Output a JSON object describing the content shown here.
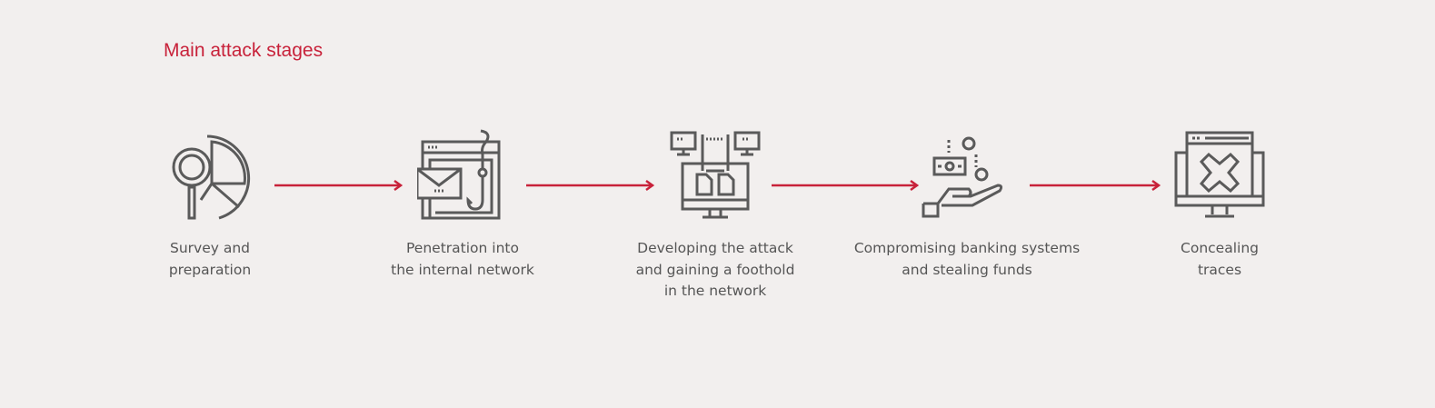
{
  "title": "Main attack stages",
  "colors": {
    "accent": "#c8223a",
    "icon": "#5a5a5a",
    "text": "#555555",
    "background": "#f2efee"
  },
  "stages": [
    {
      "icon": "magnifier-pie-chart-icon",
      "label_lines": [
        "Survey and",
        "preparation"
      ]
    },
    {
      "icon": "phishing-email-hook-icon",
      "label_lines": [
        "Penetration into",
        "the internal network"
      ]
    },
    {
      "icon": "network-computers-documents-icon",
      "label_lines": [
        "Developing the attack",
        "and gaining a foothold",
        "in the network"
      ]
    },
    {
      "icon": "hand-money-coins-icon",
      "label_lines": [
        "Compromising banking systems",
        "and stealing funds"
      ]
    },
    {
      "icon": "monitor-cross-icon",
      "label_lines": [
        "Concealing",
        "traces"
      ]
    }
  ]
}
